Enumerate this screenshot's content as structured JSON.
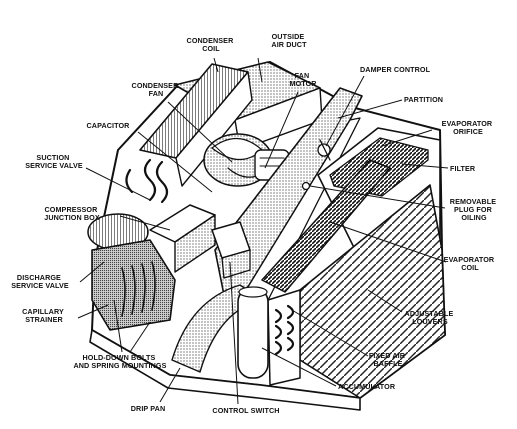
{
  "labels": {
    "condenser_coil": [
      "CONDENSER",
      "COIL"
    ],
    "outside_air_duct": [
      "OUTSIDE",
      "AIR DUCT"
    ],
    "fan_motor": [
      "FAN",
      "MOTOR"
    ],
    "damper_control": [
      "DAMPER CONTROL"
    ],
    "condenser_fan": [
      "CONDENSER",
      "FAN"
    ],
    "partition": [
      "PARTITION"
    ],
    "capacitor": [
      "CAPACITOR"
    ],
    "evaporator_orifice": [
      "EVAPORATOR",
      "ORIFICE"
    ],
    "suction_service_valve": [
      "SUCTION",
      "SERVICE VALVE"
    ],
    "filter": [
      "FILTER"
    ],
    "compressor_junction_box": [
      "COMPRESSOR",
      "JUNCTION BOX"
    ],
    "removable_plug": [
      "REMOVABLE",
      "PLUG FOR",
      "OILING"
    ],
    "evaporator_coil": [
      "EVAPORATOR",
      "COIL"
    ],
    "discharge_service_valve": [
      "DISCHARGE",
      "SERVICE VALVE"
    ],
    "capillary_strainer": [
      "CAPILLARY",
      "STRAINER"
    ],
    "adjustable_louvers": [
      "ADJUSTABLE",
      "LOUVERS"
    ],
    "hold_down_bolts": [
      "HOLD-DOWN BOLTS",
      "AND SPRING MOUNTINGS"
    ],
    "fixed_air_baffle": [
      "FIXED AIR",
      "BAFFLE"
    ],
    "accumulator": [
      "ACCUMULATOR"
    ],
    "drip_pan": [
      "DRIP PAN"
    ],
    "control_switch": [
      "CONTROL SWITCH"
    ]
  }
}
